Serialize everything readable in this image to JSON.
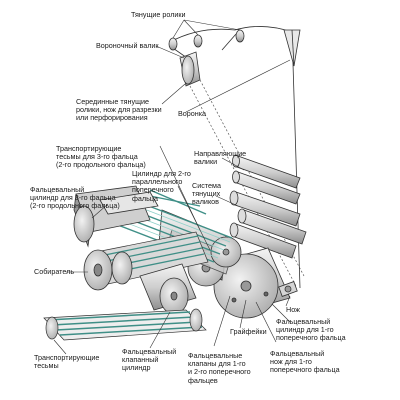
{
  "labels": {
    "pulling_rollers": "Тянущие ролики",
    "funnel_roller": "Вороночный валик",
    "middle_rollers": "Серединные тянущие\nролики, нож для разрезки\nили перфорирования",
    "funnel": "Воронка",
    "guide_rollers": "Направляющие\nвалики",
    "belts_third_fold": "Транспортирующие\nтесьмы для 3-го фальца\n(2-го продольного фальца)",
    "cylinder_second_parallel": "Цилиндр для 2-го\nпараллельного\nпоперечного\nфальца",
    "pulling_rollers_system": "Система\nтянущих\nваликов",
    "folding_cylinder_third": "Фальцевальный\nцилиндр для 3-го фальца\n(2-го продольного фальца)",
    "collector": "Собиратель",
    "knife": "Нож",
    "folding_cylinder_first": "Фальцевальный\nцилиндр для 1-го\nпоперечного фальца",
    "transport_belts": "Транспортирующие\nтесьмы",
    "valve_cylinder": "Фальцевальный\nклапанный\nцилиндр",
    "nippers": "Грайфейки",
    "valves_first_second": "Фальцевальные\nклапаны для 1-го\nи 2-го поперечного\nфальцев",
    "knife_first": "Фальцевальный\nнож для 1-го\nпоперечного фальца"
  },
  "colors": {
    "line": "#333333",
    "metal_light": "#e6e6e6",
    "metal_mid": "#bdbdbd",
    "metal_dark": "#8a8a8a",
    "belt": "#5ab3aa",
    "belt_dark": "#3f8f87"
  }
}
